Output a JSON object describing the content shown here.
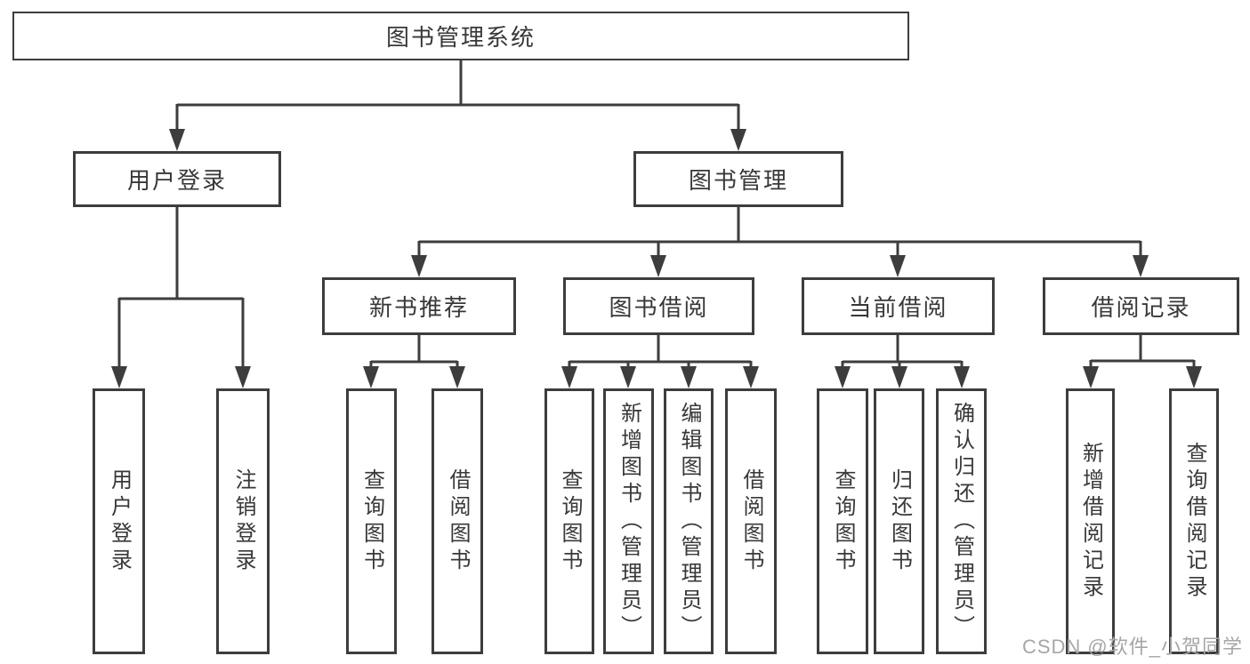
{
  "colors": {
    "line": "#3d3d3d",
    "text": "#383838",
    "box_background": "#ffffff",
    "watermark": "#a6a6a6"
  },
  "diagram": {
    "root": {
      "label": "图书管理系统"
    },
    "level2": {
      "user_login": {
        "label": "用户登录"
      },
      "book_management": {
        "label": "图书管理"
      }
    },
    "level3": {
      "new_book_recommend": {
        "label": "新书推荐"
      },
      "book_borrow": {
        "label": "图书借阅"
      },
      "current_borrow": {
        "label": "当前借阅"
      },
      "borrow_records": {
        "label": "借阅记录"
      }
    },
    "leaves": {
      "user_login": {
        "label": "用户登录"
      },
      "logout": {
        "label": "注销登录"
      },
      "recommend_query_books": {
        "label": "查询图书"
      },
      "recommend_borrow_books": {
        "label": "借阅图书"
      },
      "borrow_query_books": {
        "label": "查询图书"
      },
      "borrow_add_books_admin": {
        "label": "新增图书（管理员）"
      },
      "borrow_edit_books_admin": {
        "label": "编辑图书（管理员）"
      },
      "borrow_borrow_books": {
        "label": "借阅图书"
      },
      "current_query_books": {
        "label": "查询图书"
      },
      "current_return_books": {
        "label": "归还图书"
      },
      "current_confirm_return_admin": {
        "label": "确认归还（管理员）"
      },
      "records_add_record": {
        "label": "新增借阅记录"
      },
      "records_query_record": {
        "label": "查询借阅记录"
      }
    }
  },
  "watermark": {
    "label": "CSDN @软件_小贺同学"
  }
}
